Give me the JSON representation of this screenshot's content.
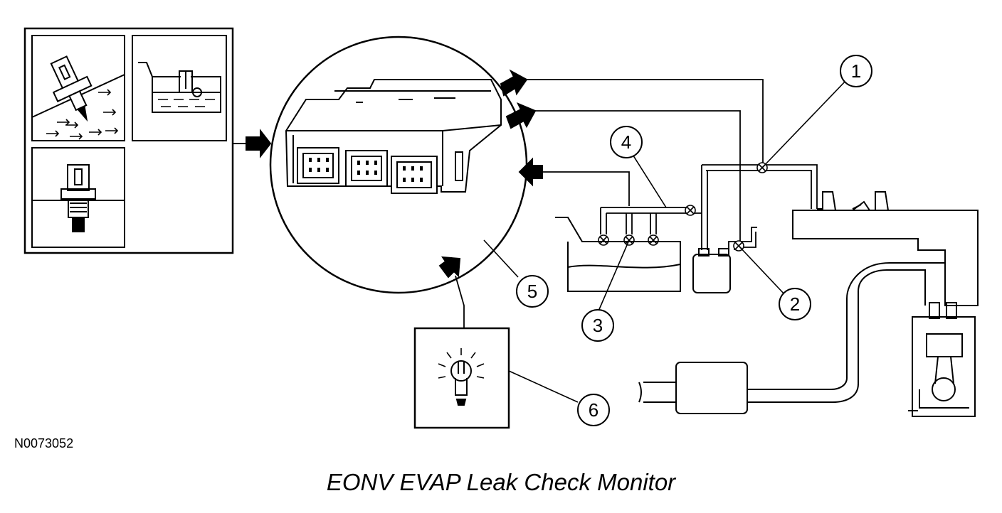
{
  "figure_id": "N0073052",
  "caption": "EONV EVAP Leak Check Monitor",
  "callouts": [
    "1",
    "2",
    "3",
    "4",
    "5",
    "6"
  ]
}
